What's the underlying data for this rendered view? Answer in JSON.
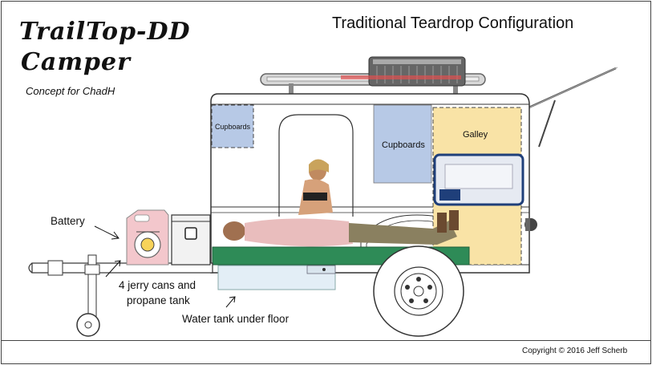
{
  "header": {
    "logo_line1": "TrailTop-DD",
    "logo_line2": "Camper",
    "subtitle": "Concept for ChadH",
    "config_title": "Traditional Teardrop Configuration"
  },
  "labels": {
    "cupboards_left": "Cupboards",
    "cupboards_right": "Cupboards",
    "galley": "Galley",
    "battery": "Battery",
    "jerry_cans_line1": "4 jerry cans and",
    "jerry_cans_line2": "propane tank",
    "water_tank": "Water tank under floor"
  },
  "footer": {
    "copyright": "Copyright © 2016 Jeff Scherb"
  },
  "colors": {
    "cupboard_blue": "#b7c9e6",
    "galley_yellow": "#f9e3a6",
    "mattress_green": "#2e8b57",
    "outline": "#333333",
    "roof_rack": "#cccccc",
    "cooler_blue": "#1f3f7a"
  }
}
